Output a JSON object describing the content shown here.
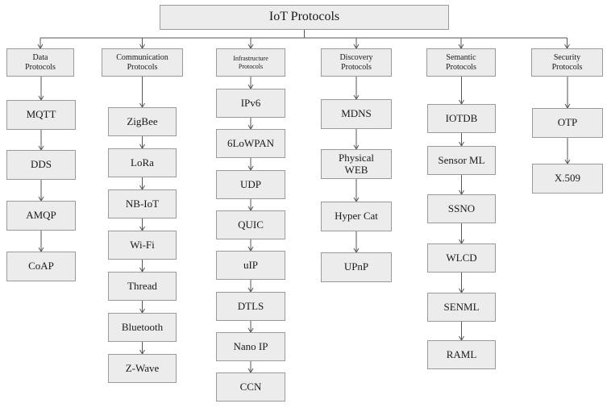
{
  "root": {
    "label": "IoT Protocols"
  },
  "categories": [
    {
      "label": "Data\nProtocols",
      "items": [
        "MQTT",
        "DDS",
        "AMQP",
        "CoAP"
      ]
    },
    {
      "label": "Communication\nProtocols",
      "items": [
        "ZigBee",
        "LoRa",
        "NB-IoT",
        "Wi-Fi",
        "Thread",
        "Bluetooth",
        "Z-Wave"
      ]
    },
    {
      "label": "Infrastructure\nProtocols",
      "items": [
        "IPv6",
        "6LoWPAN",
        "UDP",
        "QUIC",
        "uIP",
        "DTLS",
        "Nano IP",
        "CCN"
      ]
    },
    {
      "label": "Discovery\nProtocols",
      "items": [
        "MDNS",
        "Physical\nWEB",
        "Hyper Cat",
        "UPnP"
      ]
    },
    {
      "label": "Semantic\nProtocols",
      "items": [
        "IOTDB",
        "Sensor ML",
        "SSNO",
        "WLCD",
        "SENML",
        "RAML"
      ]
    },
    {
      "label": "Security\nProtocols",
      "items": [
        "OTP",
        "X.509"
      ]
    }
  ],
  "colors": {
    "box_fill": "#ececec",
    "box_border": "#9a9a9a",
    "connector": "#555555"
  }
}
